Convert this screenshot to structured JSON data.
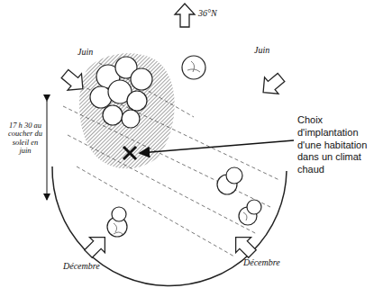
{
  "diagram": {
    "labels": [
      "36°N",
      "Juin",
      "Juin",
      "17 h 30 au coucher du soleil en juin",
      "Décembre",
      "Décembre",
      "Choix d'implantation d'une habitation dans un climat chaud"
    ]
  }
}
